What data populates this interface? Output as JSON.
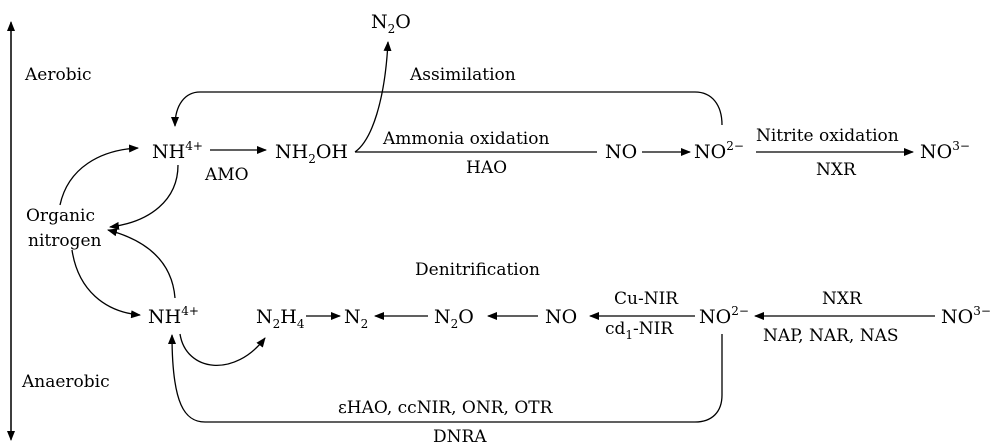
{
  "side_labels": {
    "aerobic": "Aerobic",
    "anaerobic": "Anaerobic"
  },
  "species": {
    "n2o_top": {
      "main": "N",
      "sub": "2",
      "rest": "O"
    },
    "nh4_top": {
      "main": "NH",
      "sup": "4+"
    },
    "nh2oh": {
      "main": "NH",
      "sub": "2",
      "rest": "OH"
    },
    "no_top": "NO",
    "no2_top": {
      "main": "NO",
      "sup": "2−"
    },
    "no3_top": {
      "main": "NO",
      "sup": "3−"
    },
    "organic_nitrogen": {
      "line1": "Organic",
      "line2": "nitrogen"
    },
    "nh4_bottom": {
      "main": "NH",
      "sup": "4+"
    },
    "n2h4": {
      "main": "N",
      "sub1": "2",
      "mid": "H",
      "sub2": "4"
    },
    "n2": {
      "main": "N",
      "sub": "2"
    },
    "n2o_bottom": {
      "main": "N",
      "sub": "2",
      "rest": "O"
    },
    "no_bottom": "NO",
    "no2_bottom": {
      "main": "NO",
      "sup": "2−"
    },
    "no3_bottom": {
      "main": "NO",
      "sup": "3−"
    }
  },
  "process_labels": {
    "assimilation": "Assimilation",
    "amo": "AMO",
    "ammonia_oxidation": "Ammonia oxidation",
    "hao": "HAO",
    "nitrite_oxidation": "Nitrite oxidation",
    "nxr_top": "NXR",
    "denitrification": "Denitrification",
    "cu_nir": "Cu-NIR",
    "cd1_nir": {
      "main": "cd",
      "sub": "1",
      "rest": "-NIR"
    },
    "nxr_bottom": "NXR",
    "nap_nar_nas": "NAP, NAR, NAS",
    "dnra_enzymes": "εHAO, ccNIR, ONR, OTR",
    "dnra": "DNRA"
  }
}
